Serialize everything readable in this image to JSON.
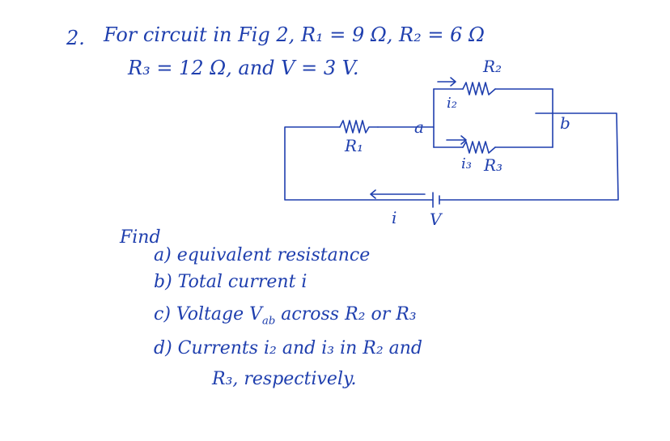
{
  "problem": {
    "number": "2.",
    "line1": "For circuit in Fig 2, R₁ = 9 Ω, R₂ = 6 Ω",
    "line2": "R₃ = 12 Ω, and V = 3 V."
  },
  "circuit": {
    "r1_label": "R₁",
    "r2_label": "R₂",
    "r3_label": "R₃",
    "i2_label": "i₂",
    "i3_label": "i₃",
    "node_a": "a",
    "node_b": "b",
    "i_label": "i",
    "v_label": "V"
  },
  "find": {
    "heading": "Find",
    "items": [
      "a) equivalent resistance",
      "b) Total current i",
      "c) Voltage V",
      "d) Currents i₂ and i₃ in R₂ and",
      "R₃, respectively."
    ],
    "vab_sub": "ab",
    "c_tail": " across R₂ or R₃"
  },
  "colors": {
    "ink": "#1f3fae",
    "background": "#ffffff"
  }
}
